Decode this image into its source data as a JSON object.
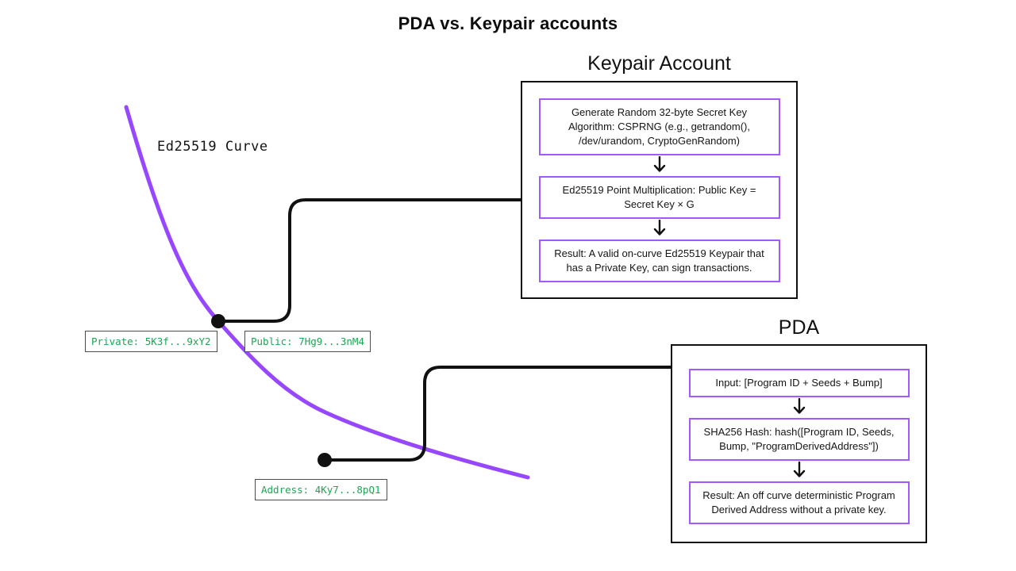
{
  "title": "PDA vs. Keypair accounts",
  "curve_label": "Ed25519 Curve",
  "colors": {
    "curve": "#9747FF",
    "step_border": "#A259FF",
    "panel_border": "#111111",
    "connector": "#111111",
    "tag_text": "#1CA654"
  },
  "keypair_panel": {
    "heading": "Keypair Account",
    "steps": [
      "Generate Random 32-byte Secret Key\nAlgorithm: CSPRNG (e.g., getrandom(),\n/dev/urandom, CryptoGenRandom)",
      "Ed25519 Point Multiplication: Public Key =\nSecret Key × G",
      "Result: A valid on-curve Ed25519 Keypair that\nhas a Private Key, can sign transactions."
    ]
  },
  "pda_panel": {
    "heading": "PDA",
    "steps": [
      "Input: [Program ID + Seeds + Bump]",
      "SHA256 Hash: hash([Program ID, Seeds,\nBump, \"ProgramDerivedAddress\"])",
      "Result: An off curve deterministic Program\nDerived Address without a private key."
    ]
  },
  "tags": {
    "private": "Private: 5K3f...9xY2",
    "public": "Public: 7Hg9...3nM4",
    "address": "Address: 4Ky7...8pQ1"
  }
}
